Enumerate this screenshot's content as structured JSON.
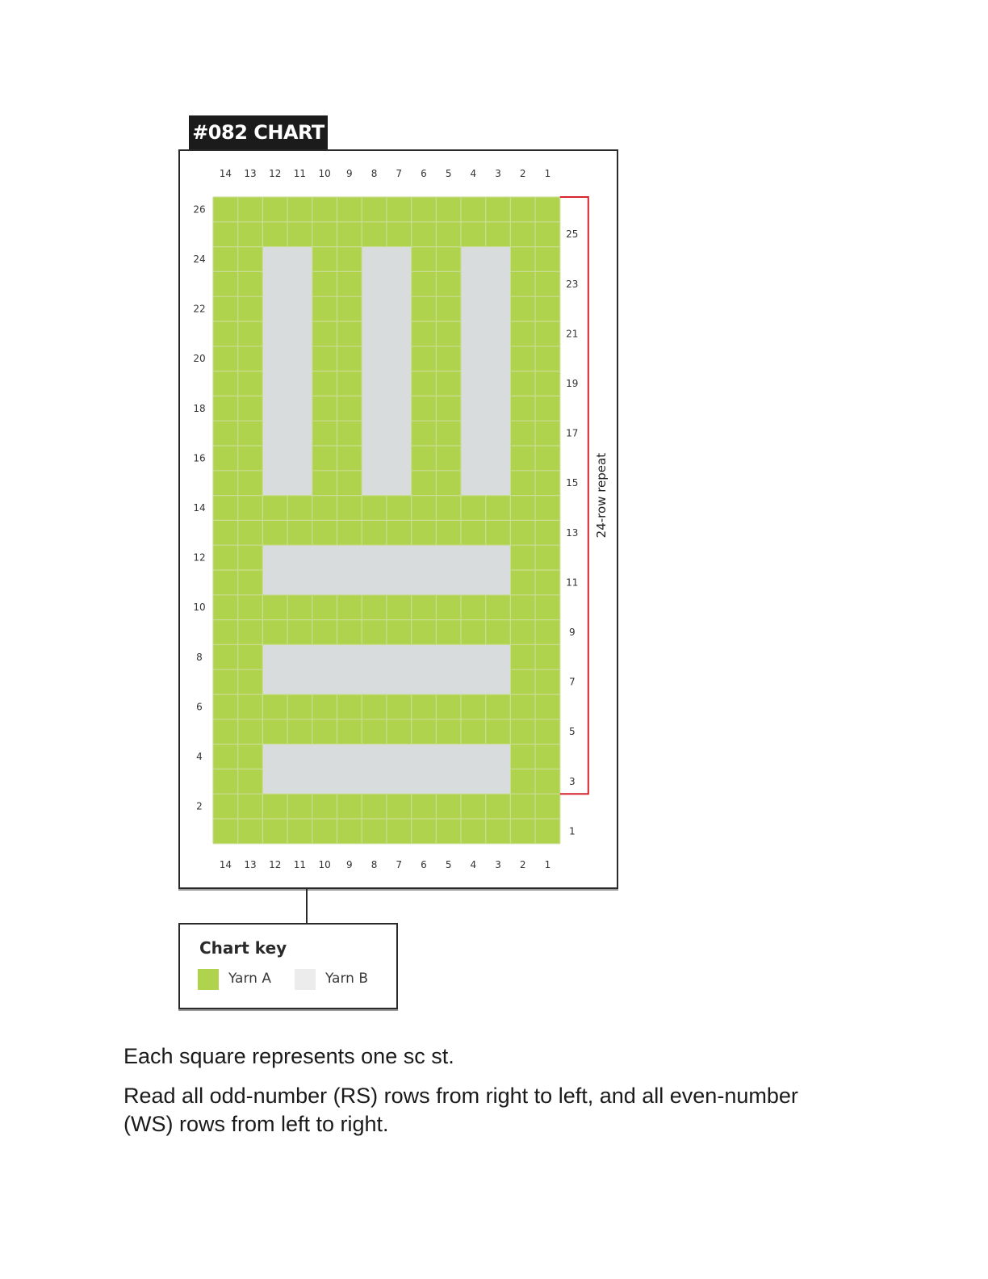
{
  "chart_title": "#082 CHART",
  "grid": {
    "columns": 14,
    "rows": 26,
    "column_labels": [
      "14",
      "13",
      "12",
      "11",
      "10",
      "9",
      "8",
      "7",
      "6",
      "5",
      "4",
      "3",
      "2",
      "1"
    ],
    "left_row_labels": [
      "26",
      "24",
      "22",
      "20",
      "18",
      "16",
      "14",
      "12",
      "10",
      "8",
      "6",
      "4",
      "2"
    ],
    "right_row_labels": [
      "25",
      "23",
      "21",
      "19",
      "17",
      "15",
      "13",
      "11",
      "9",
      "7",
      "5",
      "3",
      "1"
    ],
    "yarn_b_blocks": [
      {
        "col_from": 3,
        "col_to": 12,
        "row_from": 3,
        "row_to": 4
      },
      {
        "col_from": 3,
        "col_to": 12,
        "row_from": 7,
        "row_to": 8
      },
      {
        "col_from": 3,
        "col_to": 12,
        "row_from": 11,
        "row_to": 12
      },
      {
        "col_from": 3,
        "col_to": 4,
        "row_from": 15,
        "row_to": 24
      },
      {
        "col_from": 7,
        "col_to": 8,
        "row_from": 15,
        "row_to": 24
      },
      {
        "col_from": 11,
        "col_to": 12,
        "row_from": 15,
        "row_to": 24
      }
    ],
    "repeat": {
      "row_from": 3,
      "row_to": 26,
      "label": "24-row repeat",
      "color": "#d9232d"
    },
    "colors": {
      "yarn_a": "#b0d34e",
      "yarn_b": "#d9dcdc",
      "gridline": "#c9dd94"
    }
  },
  "key": {
    "title": "Chart key",
    "items": [
      {
        "label": "Yarn A",
        "color": "#b0d34e"
      },
      {
        "label": "Yarn B",
        "color": "#ececec"
      }
    ]
  },
  "notes": [
    "Each square represents one sc st.",
    "Read all odd-number (RS) rows from right to left, and all even-number (WS) rows from left to right."
  ]
}
